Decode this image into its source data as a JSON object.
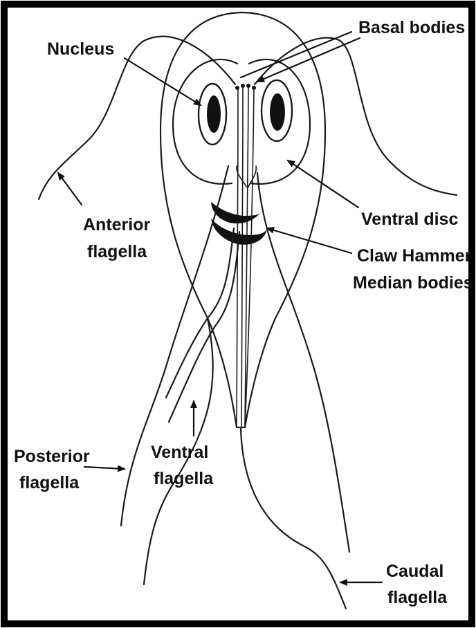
{
  "labels": {
    "nucleus": "Nucleus",
    "basal_bodies": "Basal bodies",
    "anterior_flagella_line1": "Anterior",
    "anterior_flagella_line2": "flagella",
    "ventral_disc": "Ventral disc",
    "claw_hammer_line1": "Claw Hammer",
    "claw_hammer_line2": "Median bodies",
    "posterior_flagella_line1": "Posterior",
    "posterior_flagella_line2": "flagella",
    "ventral_flagella_line1": "Ventral",
    "ventral_flagella_line2": "flagella",
    "caudal_flagella_line1": "Caudal",
    "caudal_flagella_line2": "flagella"
  },
  "colors": {
    "ink": "#111111",
    "border": "#000000",
    "background": "#ffffff"
  }
}
